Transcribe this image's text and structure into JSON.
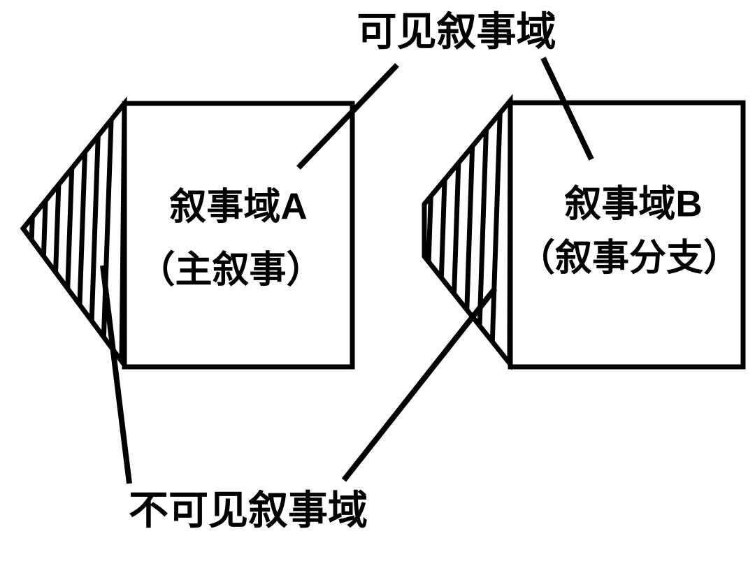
{
  "colors": {
    "background": "#ffffff",
    "line": "#000000",
    "text": "#000000"
  },
  "annotations": {
    "visible_domain_label": "可见叙事域",
    "invisible_domain_label": "不可见叙事域"
  },
  "domain_a": {
    "title": "叙事域A",
    "subtitle": "（主叙事）"
  },
  "domain_b": {
    "title": "叙事域B",
    "subtitle": "（叙事分支）"
  }
}
